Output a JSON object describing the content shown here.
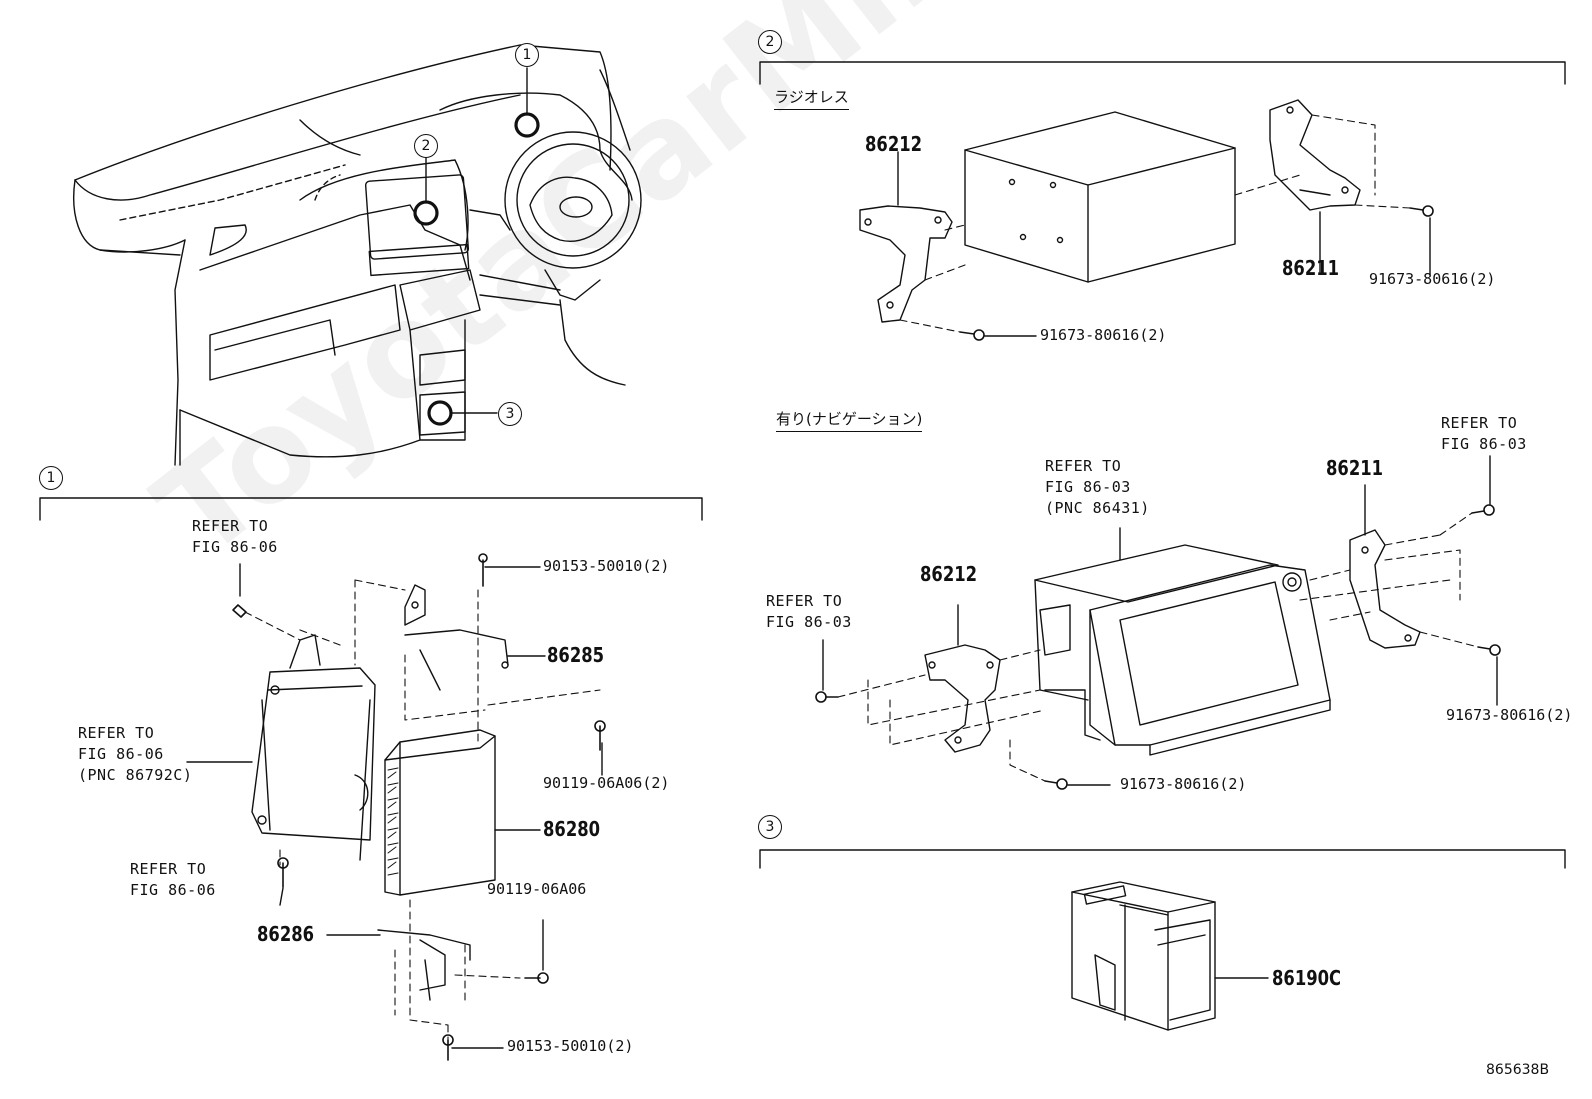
{
  "watermark": "ToyotaCarMine.ru",
  "diagram_code": "865638B",
  "overview": {
    "callouts": [
      "1",
      "2",
      "3"
    ]
  },
  "sections": [
    {
      "id": "1",
      "labels": {
        "refer_top": [
          "REFER TO",
          "FIG 86-06"
        ],
        "refer_left": [
          "REFER TO",
          "FIG 86-06",
          "(PNC 86792C)"
        ],
        "refer_bottom": [
          "REFER TO",
          "FIG 86-06"
        ],
        "bolt_top": "90153-50010(2)",
        "part_86285": "86285",
        "bolt_mid": "90119-06A06(2)",
        "part_86280": "86280",
        "bolt_single": "90119-06A06",
        "part_86286": "86286",
        "bolt_bottom": "90153-50010(2)"
      }
    },
    {
      "id": "2",
      "variants": [
        {
          "title": "ラジオレス",
          "labels": {
            "part_86212": "86212",
            "part_86211": "86211",
            "bolt_right": "91673-80616(2)",
            "bolt_bottom": "91673-80616(2)"
          }
        },
        {
          "title": "有り(ナビゲーション)",
          "labels": {
            "refer_center": [
              "REFER TO",
              "FIG 86-03",
              "(PNC 86431)"
            ],
            "refer_right": [
              "REFER TO",
              "FIG 86-03"
            ],
            "refer_left": [
              "REFER TO",
              "FIG 86-03"
            ],
            "part_86211": "86211",
            "part_86212": "86212",
            "bolt_right": "91673-80616(2)",
            "bolt_bottom": "91673-80616(2)"
          }
        }
      ]
    },
    {
      "id": "3",
      "labels": {
        "part_86190c": "86190C"
      }
    }
  ]
}
